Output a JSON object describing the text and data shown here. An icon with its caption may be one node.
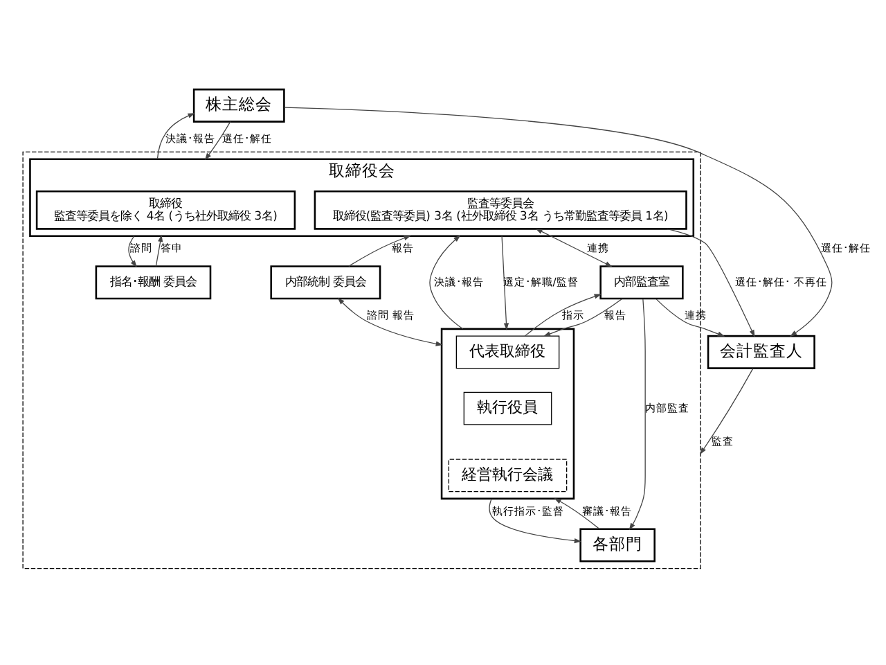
{
  "diagram": {
    "nodes": [
      {
        "text": [
          "株主総会"
        ]
      },
      {
        "text": [],
        "shape": "box"
      },
      {
        "text": [
          "取締役会"
        ],
        "in": 1
      },
      {
        "text": [
          "取締役",
          "監査等委員を除く 4名 (うち社外取締役 3名)"
        ],
        "in": 2
      },
      {
        "text": [
          "監査等委員会",
          "取締役(監査等委員) 3名 (社外取締役 3名 うち常勤監査等委員 1名)"
        ],
        "in": 2
      },
      {
        "text": [
          "指名･報酬 委員会"
        ],
        "in": 1
      },
      {
        "text": [
          "内部統制 委員会"
        ],
        "in": 1
      },
      {
        "text": [],
        "shape": "box",
        "in": 1
      },
      {
        "text": [
          "代表取締役"
        ],
        "in": 7
      },
      {
        "text": [
          "執行役員"
        ],
        "in": 7
      },
      {
        "text": [
          "経営執行会議"
        ],
        "in": 7
      },
      {
        "text": [
          "内部監査室"
        ],
        "in": 1
      },
      {
        "text": [
          "各部門"
        ],
        "in": 1
      },
      {
        "text": [
          "会計監査人"
        ]
      }
    ],
    "edges": [
      {
        "from": 2,
        "to": 0,
        "arrow": "to",
        "label": "決議･報告"
      },
      {
        "from": 0,
        "to": 2,
        "arrow": "to",
        "label": "選任･解任"
      },
      {
        "from": 0,
        "to": 13,
        "arrow": "to",
        "label": "選任･解任"
      },
      {
        "from": 4,
        "to": 13,
        "arrow": "to",
        "label": "選任･解任･ 不再任"
      },
      {
        "from": 2,
        "to": 5,
        "arrow": "to",
        "label": "諮問"
      },
      {
        "from": 5,
        "to": 2,
        "arrow": "to",
        "label": "答申"
      },
      {
        "from": 6,
        "to": 2,
        "arrow": "to",
        "label": "報告"
      },
      {
        "from": 7,
        "to": 2,
        "arrow": "to",
        "label": "決議･報告"
      },
      {
        "from": 2,
        "to": 7,
        "arrow": "to",
        "label": "選定･解職/監督"
      },
      {
        "from": 6,
        "to": 7,
        "arrow": "both",
        "label": "諮問 報告"
      },
      {
        "from": 8,
        "to": 11,
        "arrow": "to",
        "label": "指示"
      },
      {
        "from": 11,
        "to": 8,
        "arrow": "to",
        "label": "報告"
      },
      {
        "from": 4,
        "to": 11,
        "arrow": "both",
        "label": "連携"
      },
      {
        "from": 11,
        "to": 13,
        "arrow": "to",
        "label": "連携"
      },
      {
        "from": 13,
        "to": 1,
        "arrow": "to",
        "label": "監査"
      },
      {
        "from": 12,
        "to": 7,
        "arrow": "to",
        "label": "審議･報告"
      },
      {
        "from": 7,
        "to": 12,
        "arrow": "to",
        "label": "執行指示･監督"
      },
      {
        "from": 11,
        "to": 12,
        "arrow": "to",
        "label": "内部監査"
      }
    ]
  }
}
